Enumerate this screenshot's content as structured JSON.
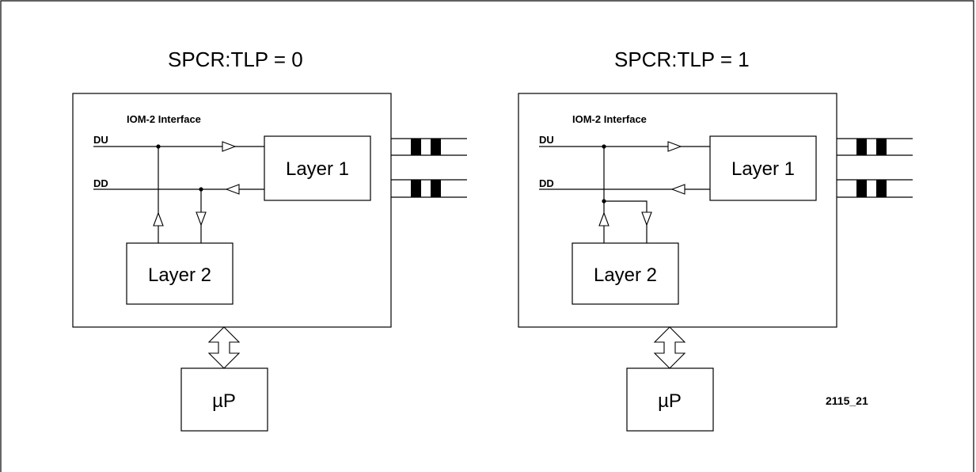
{
  "panels": [
    {
      "title": "SPCR:TLP = 0",
      "interface_label": "IOM-2 Interface",
      "signals": [
        "DU",
        "DD"
      ],
      "layer1_label": "Layer 1",
      "layer2_label": "Layer 2",
      "processor_label": "µP"
    },
    {
      "title": "SPCR:TLP = 1",
      "interface_label": "IOM-2 Interface",
      "signals": [
        "DU",
        "DD"
      ],
      "layer1_label": "Layer 1",
      "layer2_label": "Layer 2",
      "processor_label": "µP"
    }
  ],
  "figure_code": "2115_21"
}
